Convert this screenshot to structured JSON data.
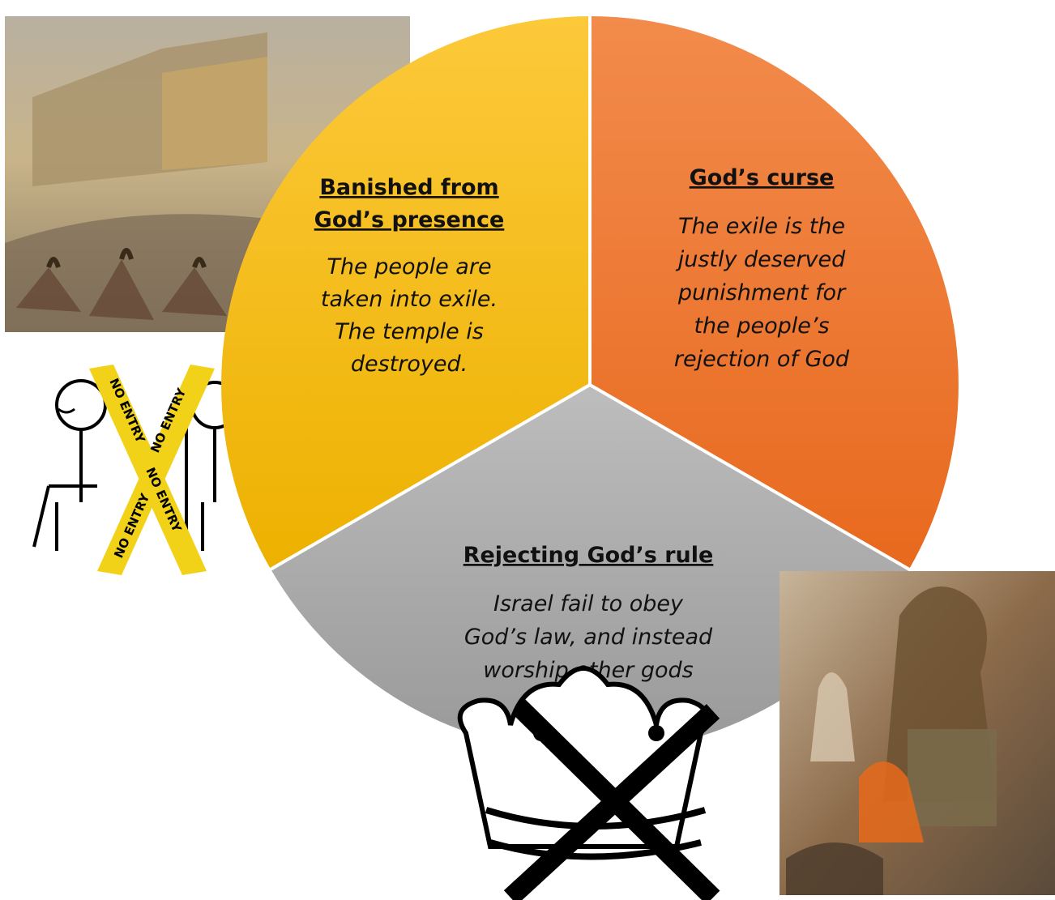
{
  "segments": [
    {
      "key": "banished",
      "heading": [
        "Banished from",
        "God’s presence"
      ],
      "body": [
        "The people are",
        "taken into exile.",
        "The temple is",
        "destroyed."
      ],
      "color_light": "#FCC93A",
      "color_dark": "#EDB100"
    },
    {
      "key": "curse",
      "heading": [
        "God’s curse"
      ],
      "body": [
        "The exile is the",
        "justly deserved",
        "punishment for",
        "the people’s",
        "rejection of God"
      ],
      "color_light": "#F28B4C",
      "color_dark": "#E8691E"
    },
    {
      "key": "rejecting",
      "heading": [
        "Rejecting God’s rule"
      ],
      "body": [
        "Israel fail to obey",
        "God’s law, and instead",
        "worship other gods"
      ],
      "color_light": "#B4B4B4",
      "color_dark": "#9A9A9A"
    }
  ],
  "sign_text": [
    "NO ENTRY",
    "NO ENTRY",
    "NO ENTRY",
    "NO ENTRY"
  ],
  "images": {
    "top_left": "exile-procession-painting",
    "middle_left": "no-entry-tape-stick-figures",
    "bottom_center": "crossed-out-crown",
    "bottom_right": "idol-worship-engraving"
  }
}
